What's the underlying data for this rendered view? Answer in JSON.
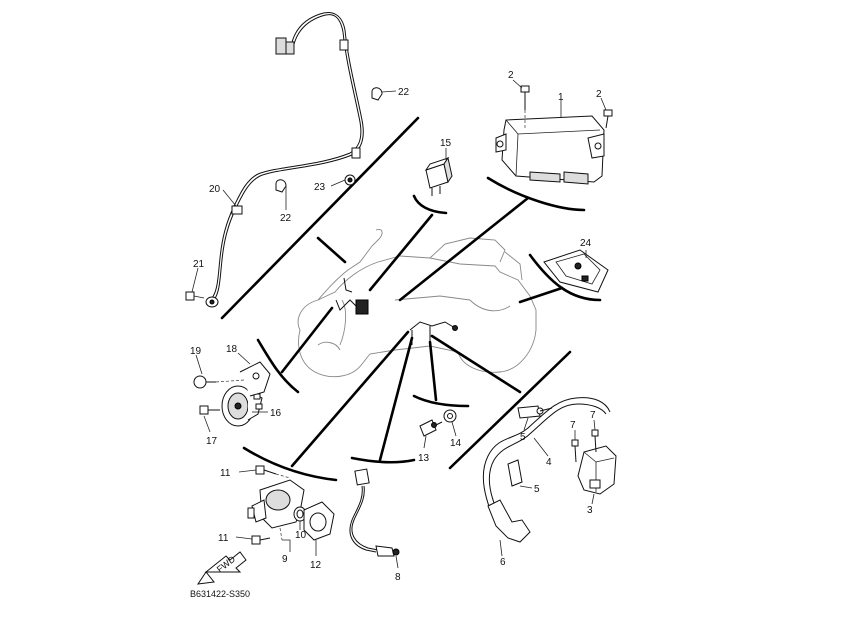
{
  "diagram": {
    "drawing_code": "B631422-S350",
    "fwd_label": "FWD",
    "callouts": [
      {
        "id": "c1",
        "text": "1"
      },
      {
        "id": "c2a",
        "text": "2"
      },
      {
        "id": "c2b",
        "text": "2"
      },
      {
        "id": "c3",
        "text": "3"
      },
      {
        "id": "c4",
        "text": "4"
      },
      {
        "id": "c5a",
        "text": "5"
      },
      {
        "id": "c5b",
        "text": "5"
      },
      {
        "id": "c6",
        "text": "6"
      },
      {
        "id": "c7a",
        "text": "7"
      },
      {
        "id": "c7b",
        "text": "7"
      },
      {
        "id": "c8",
        "text": "8"
      },
      {
        "id": "c9",
        "text": "9"
      },
      {
        "id": "c10",
        "text": "10"
      },
      {
        "id": "c11a",
        "text": "11"
      },
      {
        "id": "c11b",
        "text": "11"
      },
      {
        "id": "c12",
        "text": "12"
      },
      {
        "id": "c13",
        "text": "13"
      },
      {
        "id": "c14",
        "text": "14"
      },
      {
        "id": "c15",
        "text": "15"
      },
      {
        "id": "c16",
        "text": "16"
      },
      {
        "id": "c17",
        "text": "17"
      },
      {
        "id": "c18",
        "text": "18"
      },
      {
        "id": "c19",
        "text": "19"
      },
      {
        "id": "c20",
        "text": "20"
      },
      {
        "id": "c21",
        "text": "21"
      },
      {
        "id": "c22a",
        "text": "22"
      },
      {
        "id": "c22b",
        "text": "22"
      },
      {
        "id": "c23",
        "text": "23"
      },
      {
        "id": "c24",
        "text": "24"
      }
    ]
  }
}
